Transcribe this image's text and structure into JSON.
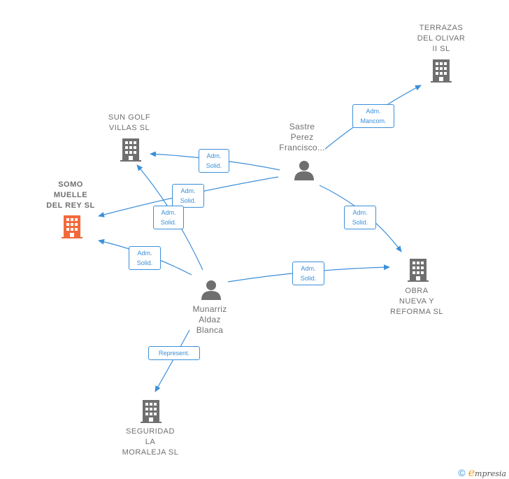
{
  "companies": [
    {
      "id": "terrazas",
      "label": "TERRAZAS\nDEL OLIVAR\nII  SL"
    },
    {
      "id": "sungolf",
      "label": "SUN GOLF\nVILLAS  SL"
    },
    {
      "id": "somo",
      "label": "SOMO\nMUELLE\nDEL REY  SL",
      "highlight": true
    },
    {
      "id": "obra",
      "label": "OBRA\nNUEVA Y\nREFORMA  SL"
    },
    {
      "id": "seguridad",
      "label": "SEGURIDAD\nLA\nMORALEJA SL"
    }
  ],
  "persons": [
    {
      "id": "sastre",
      "label": "Sastre\nPerez\nFrancisco..."
    },
    {
      "id": "munarriz",
      "label": "Munarriz\nAldaz\nBlanca"
    }
  ],
  "edges": [
    {
      "id": "sastre-terrazas",
      "label": "Adm.\nMancom."
    },
    {
      "id": "sastre-sungolf",
      "label": "Adm.\nSolid."
    },
    {
      "id": "sastre-somo",
      "label": "Adm.\nSolid."
    },
    {
      "id": "sastre-obra",
      "label": "Adm.\nSolid."
    },
    {
      "id": "munarriz-sungolf",
      "label": "Adm.\nSolid."
    },
    {
      "id": "munarriz-somo",
      "label": "Adm.\nSolid."
    },
    {
      "id": "munarriz-obra",
      "label": "Adm.\nSolid."
    },
    {
      "id": "munarriz-seguridad",
      "label": "Represent."
    }
  ],
  "colors": {
    "edge": "#3b8fd9",
    "company_icon": "#6f6f6f",
    "highlight_icon": "#f26a3b",
    "person_icon": "#6f6f6f"
  },
  "footer": {
    "copyright": "©",
    "brand_initial": "e",
    "brand_rest": "mpresia"
  }
}
